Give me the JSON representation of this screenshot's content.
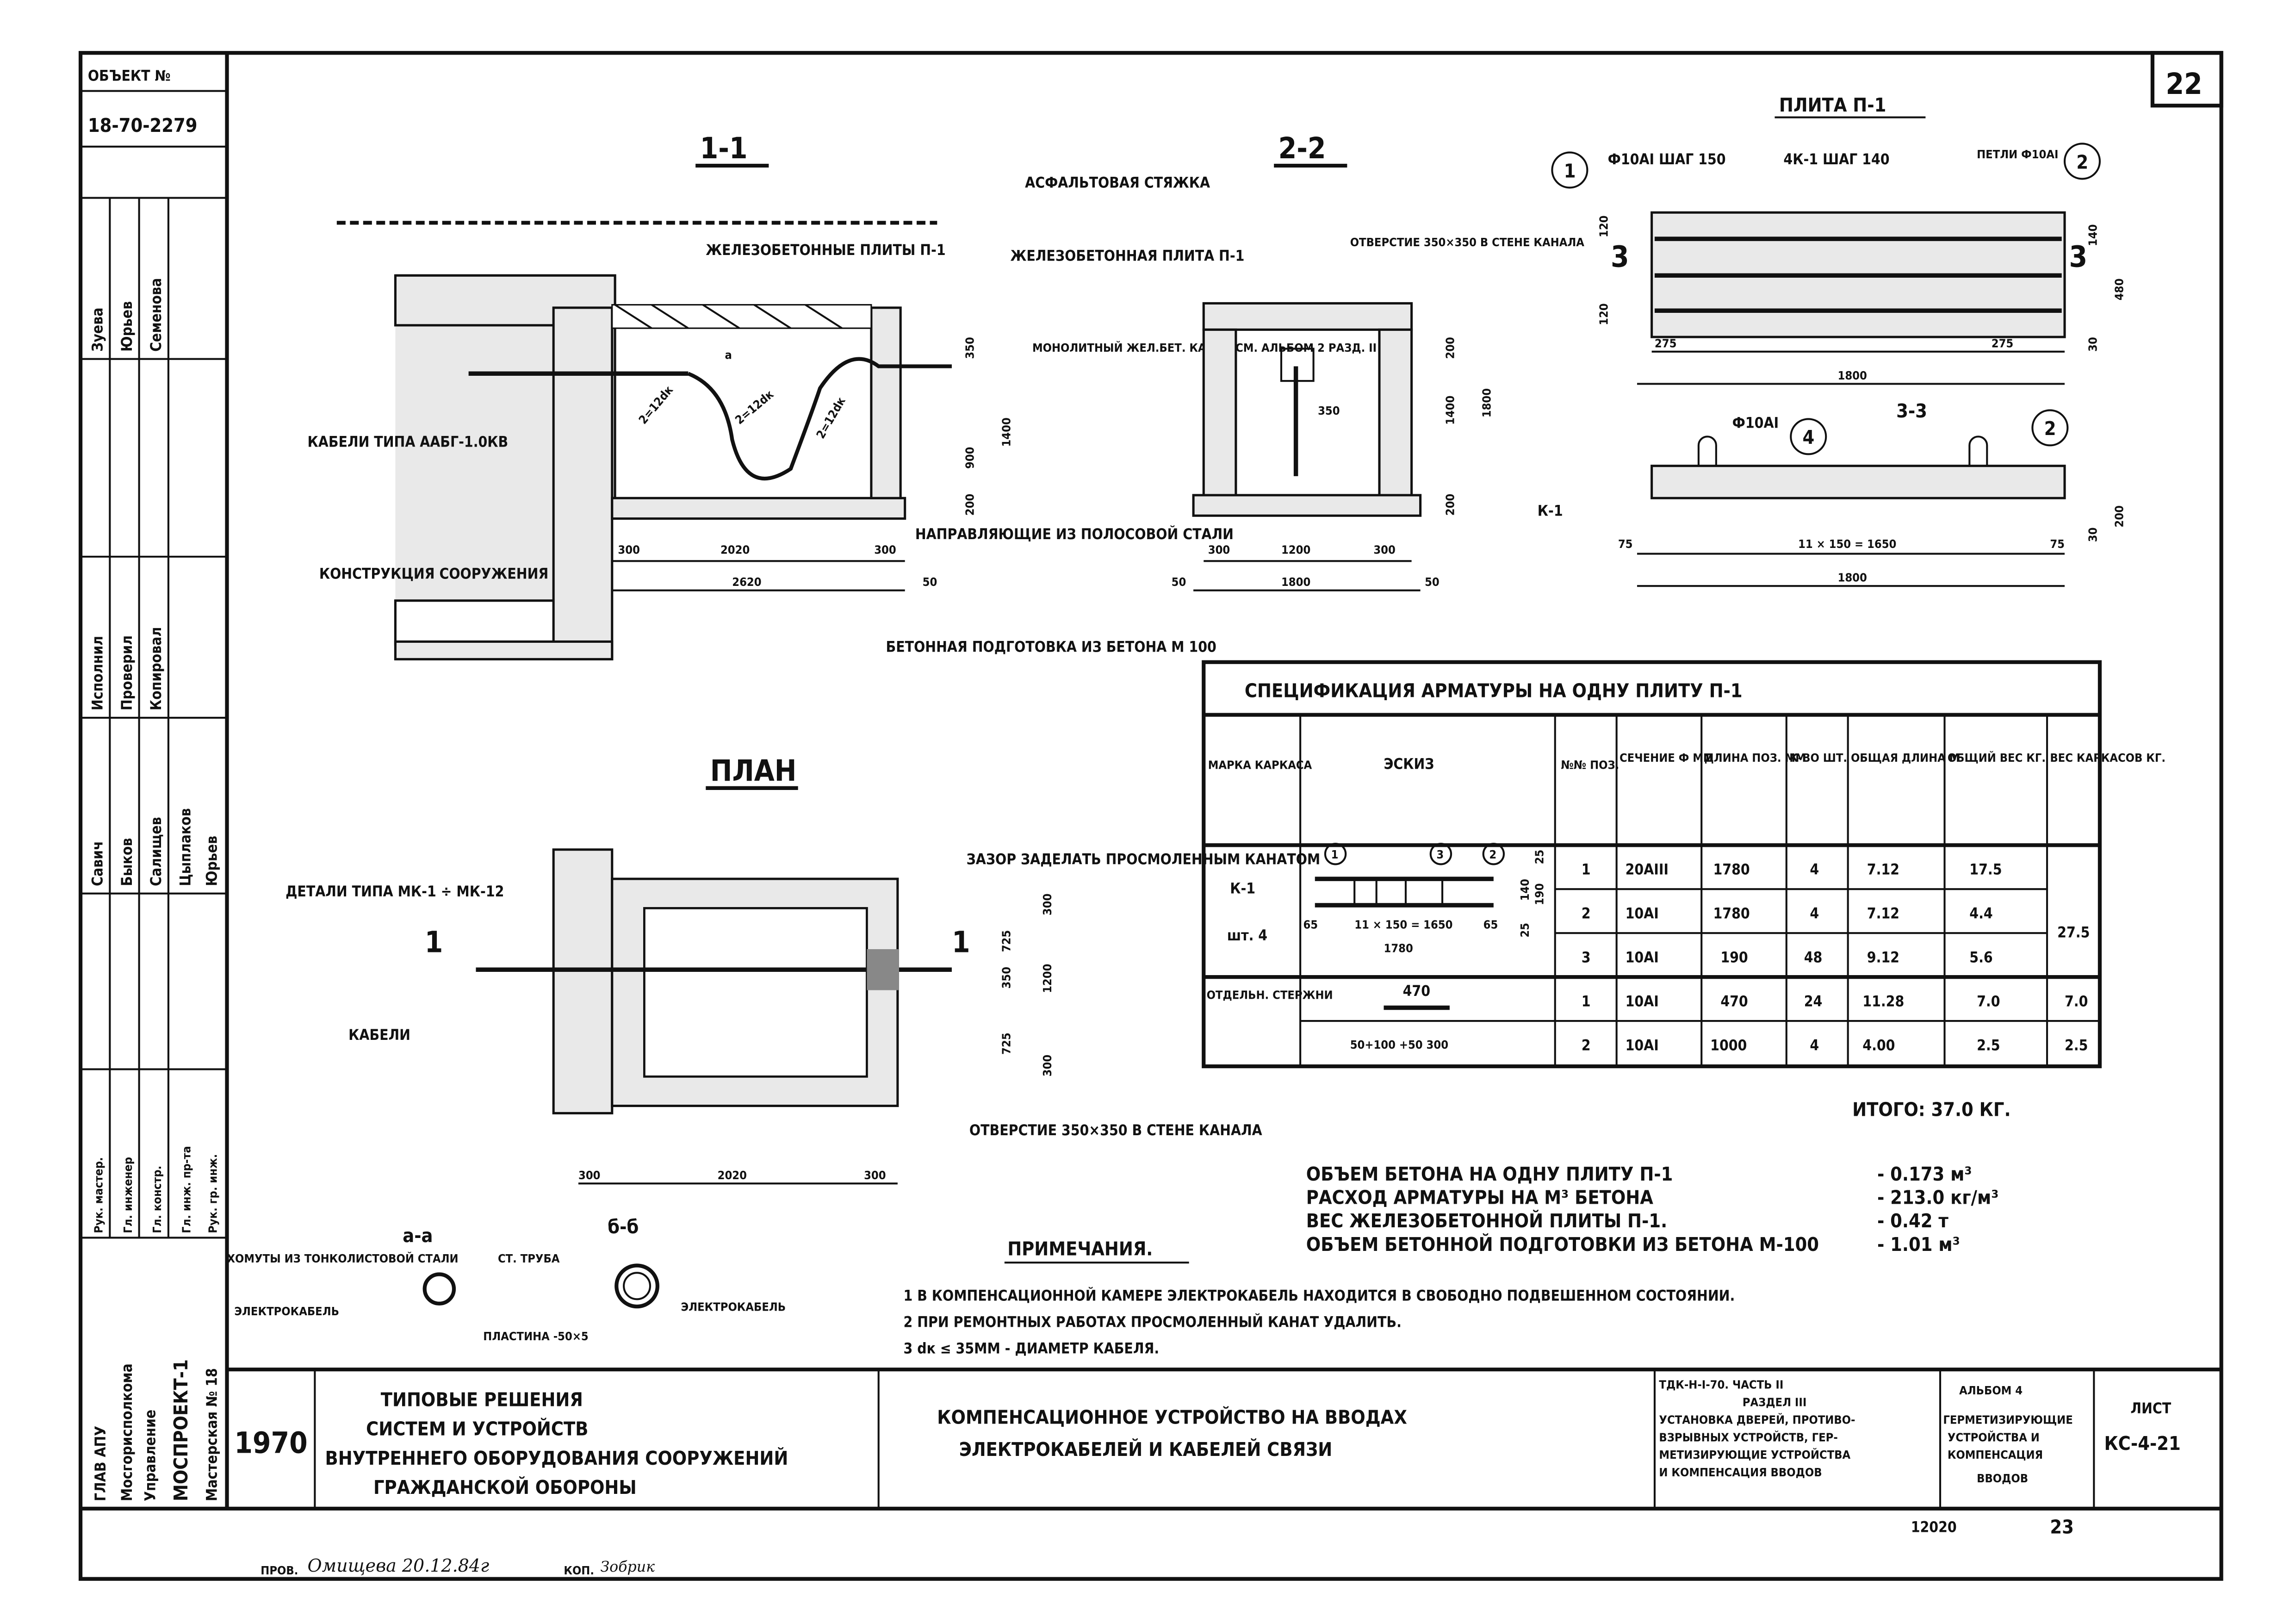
{
  "sheet_number": "22",
  "stamp": {
    "object_label": "ОБЪЕКТ №",
    "object_number": "18-70-2279",
    "people_top": [
      "Зуева",
      "Юрьев",
      "Семенова"
    ],
    "roles": [
      "Исполнил",
      "Проверил",
      "Копировал"
    ],
    "people_mid": [
      "Савич",
      "Быков",
      "Салищев",
      "Цыплаков",
      "Юрьев"
    ],
    "positions": [
      "Рук. мастер.",
      "Гл. инженер",
      "Гл. констр.",
      "Гл. инж. пр-та",
      "Рук. гр. инж."
    ],
    "org": [
      "ГЛАВ АПУ",
      "Мосгорисполкома",
      "Управление",
      "МОСПРОЕКТ-1",
      "Мастерская № 18"
    ]
  },
  "section_1_1": {
    "title": "1-1",
    "labels": {
      "plates": "ЖЕЛЕЗОБЕТОННЫЕ ПЛИТЫ П-1",
      "cables": "КАБЕЛИ ТИПА ААБГ-1.0КВ",
      "structure": "КОНСТРУКЦИЯ СООРУЖЕНИЯ",
      "concrete": "БЕТОННАЯ ПОДГОТОВКА ИЗ БЕТОНА М 100",
      "guides": "НАПРАВЛЯЮЩИЕ ИЗ ПОЛОСОВОЙ СТАЛИ",
      "radius1": "2=12dк",
      "radius2": "2=12dк",
      "radius3": "2=12dк",
      "a_mark": "а"
    },
    "dims": {
      "d300a": "300",
      "d2020": "2020",
      "d300b": "300",
      "d2620": "2620",
      "d50": "50",
      "d350": "350",
      "d900": "900",
      "d200": "200",
      "d1400": "1400"
    }
  },
  "section_2_2": {
    "title": "2-2",
    "labels": {
      "asphalt": "АСФАЛЬТОВАЯ СТЯЖКА",
      "plate": "ЖЕЛЕЗОБЕТОННАЯ ПЛИТА П-1",
      "channel": "МОНОЛИТНЫЙ ЖЕЛ.БЕТ. КАНАЛ СМ. АЛЬБОМ 2 РАЗД. II",
      "opening": "ОТВЕРСТИЕ 350×350 В СТЕНЕ КАНАЛА"
    },
    "dims": {
      "d300a": "300",
      "d1200": "1200",
      "d300b": "300",
      "d1800": "1800",
      "d50a": "50",
      "d50b": "50",
      "d200a": "200",
      "d1400": "1400",
      "d1800v": "1800",
      "d200b": "200",
      "d350": "350"
    }
  },
  "plan": {
    "title": "ПЛАН",
    "labels": {
      "gap": "ЗАЗОР ЗАДЕЛАТЬ ПРОСМОЛЕННЫМ КАНАТОМ",
      "details": "ДЕТАЛИ ТИПА МК-1 ÷ МК-12",
      "cables": "КАБЕЛИ",
      "opening": "ОТВЕРСТИЕ 350×350 В СТЕНЕ КАНАЛА",
      "cut": "1"
    },
    "dims": {
      "d300a": "300",
      "d2020": "2020",
      "d300b": "300",
      "d725a": "725",
      "d350": "350",
      "d725b": "725",
      "d1200": "1200",
      "d300c": "300",
      "d300d": "300"
    }
  },
  "details": {
    "aa_title": "а-а",
    "bb_title": "б-б",
    "clamps": "ХОМУТЫ ИЗ ТОНКОЛИСТОВОЙ СТАЛИ",
    "cable_a": "ЭЛЕКТРОКАБЕЛЬ",
    "plate": "ПЛАСТИНА -50×5",
    "pipe": "СТ. ТРУБА",
    "cable_b": "ЭЛЕКТРОКАБЕЛЬ"
  },
  "plate_p1": {
    "title": "ПЛИТА П-1",
    "callout1": "1",
    "callout2": "2",
    "callout4": "4",
    "rebar1": "Ф10АI ШАГ 150",
    "k1": "4К-1 ШАГ 140",
    "loops": "ПЕТЛИ Ф10АI",
    "cut": "3",
    "section_title": "3-3",
    "rebar4": "Ф10АI",
    "k_label": "К-1",
    "dims": {
      "d275a": "275",
      "d275b": "275",
      "d1800a": "1800",
      "d120a": "120",
      "d120b": "120",
      "d480": "480",
      "d140": "140",
      "d30a": "30",
      "d75a": "75",
      "d1650": "11 × 150 = 1650",
      "d75b": "75",
      "d1800b": "1800",
      "d200": "200",
      "d30b": "30"
    }
  },
  "spec_table": {
    "title": "СПЕЦИФИКАЦИЯ АРМАТУРЫ НА ОДНУ ПЛИТУ П-1",
    "headers": [
      "МАРКА КАРКАСА",
      "ЭСКИЗ",
      "№№ ПОЗ.",
      "СЕЧЕНИЕ Ф ММ",
      "ДЛИНА ПОЗ. ММ",
      "К-ВО ШТ.",
      "ОБЩАЯ ДЛИНА М",
      "ОБЩИЙ ВЕС КГ.",
      "ВЕС КАРКАСОВ КГ."
    ],
    "groups": [
      {
        "mark": "К-1",
        "count": "шт. 4",
        "weight": "27.5",
        "sketch": {
          "c1": "1",
          "c3": "3",
          "c2": "2",
          "d65a": "65",
          "d1650": "11 × 150 = 1650",
          "d65b": "65",
          "d1780": "1780",
          "d140": "140",
          "d190": "190",
          "d25a": "25",
          "d25b": "25"
        },
        "rows": [
          {
            "pos": "1",
            "section": "20АIII",
            "length": "1780",
            "qty": "4",
            "total_length": "7.12",
            "total_weight": "17.5"
          },
          {
            "pos": "2",
            "section": "10АI",
            "length": "1780",
            "qty": "4",
            "total_length": "7.12",
            "total_weight": "4.4"
          },
          {
            "pos": "3",
            "section": "10АI",
            "length": "190",
            "qty": "48",
            "total_length": "9.12",
            "total_weight": "5.6"
          }
        ]
      },
      {
        "mark": "ОТДЕЛЬН. СТЕРЖНИ",
        "rows": [
          {
            "pos": "1",
            "section": "10АI",
            "length": "470",
            "qty": "24",
            "total_length": "11.28",
            "total_weight": "7.0",
            "weight": "7.0",
            "sketch": "470"
          },
          {
            "pos": "2",
            "section": "10АI",
            "length": "1000",
            "qty": "4",
            "total_length": "4.00",
            "total_weight": "2.5",
            "weight": "2.5",
            "sketch": "50+100  +50  300"
          }
        ]
      }
    ],
    "total": "ИТОГО: 37.0 КГ."
  },
  "volumes": [
    {
      "label": "ОБЪЕМ БЕТОНА НА ОДНУ ПЛИТУ П-1",
      "value": "- 0.173 м³"
    },
    {
      "label": "РАСХОД АРМАТУРЫ НА М³ БЕТОНА",
      "value": "- 213.0 кг/м³"
    },
    {
      "label": "ВЕС ЖЕЛЕЗОБЕТОННОЙ ПЛИТЫ П-1.",
      "value": "- 0.42 т"
    },
    {
      "label": "ОБЪЕМ БЕТОННОЙ ПОДГОТОВКИ ИЗ БЕТОНА М-100",
      "value": "- 1.01 м³"
    }
  ],
  "notes": {
    "title": "ПРИМЕЧАНИЯ.",
    "items": [
      "1  В КОМПЕНСАЦИОННОЙ КАМЕРЕ ЭЛЕКТРОКАБЕЛЬ НАХОДИТСЯ В СВОБОДНО ПОДВЕШЕННОМ СОСТОЯНИИ.",
      "2  ПРИ РЕМОНТНЫХ РАБОТАХ ПРОСМОЛЕННЫЙ КАНАТ УДАЛИТЬ.",
      "3  dк ≤ 35ММ - ДИАМЕТР КАБЕЛЯ."
    ]
  },
  "title_block": {
    "year": "1970",
    "series": [
      "ТИПОВЫЕ РЕШЕНИЯ",
      "СИСТЕМ И УСТРОЙСТВ",
      "ВНУТРЕННЕГО ОБОРУДОВАНИЯ СООРУЖЕНИЙ",
      "ГРАЖДАНСКОЙ ОБОРОНЫ"
    ],
    "drawing_title": [
      "КОМПЕНСАЦИОННОЕ УСТРОЙСТВО НА ВВОДАХ",
      "ЭЛЕКТРОКАБЕЛЕЙ И КАБЕЛЕЙ СВЯЗИ"
    ],
    "doc_code": [
      "ТДК-Н-I-70. ЧАСТЬ II",
      "РАЗДЕЛ III",
      "УСТАНОВКА ДВЕРЕЙ, ПРОТИВО-",
      "ВЗРЫВНЫХ УСТРОЙСТВ, ГЕР-",
      "МЕТИЗИРУЮЩИЕ УСТРОЙСТВА",
      "И КОМПЕНСАЦИЯ ВВОДОВ"
    ],
    "album": [
      "АЛЬБОМ 4",
      "ГЕРМЕТИЗИРУЮЩИЕ",
      "УСТРОЙСТВА И",
      "КОМПЕНСАЦИЯ",
      "ВВОДОВ"
    ],
    "sheet_label": "ЛИСТ",
    "sheet_code": "КС-4-21",
    "order_no": "12020",
    "page": "23",
    "checked": "ПРОВ.",
    "checked_sign": "Омищева 20.12.84г",
    "copy": "КОП.",
    "copy_sign": "Зобрик"
  }
}
